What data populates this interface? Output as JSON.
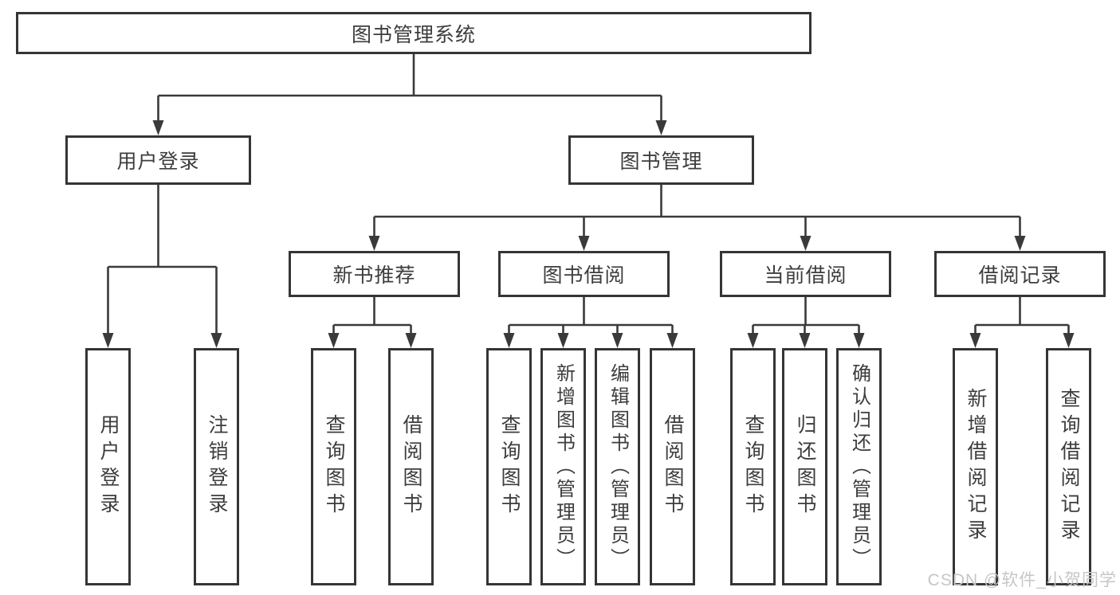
{
  "colors": {
    "background": "#ffffff",
    "line": "#3a3a3a",
    "box_border": "#353535",
    "text": "#3d3d3d",
    "watermark": "#c6c6c6"
  },
  "diagram": {
    "type": "hierarchy-tree",
    "root": {
      "label": "图书管理系统"
    },
    "level2": [
      {
        "label": "用户登录",
        "parent": "图书管理系统"
      },
      {
        "label": "图书管理",
        "parent": "图书管理系统"
      }
    ],
    "level3": [
      {
        "label": "新书推荐",
        "parent": "图书管理"
      },
      {
        "label": "图书借阅",
        "parent": "图书管理"
      },
      {
        "label": "当前借阅",
        "parent": "图书管理"
      },
      {
        "label": "借阅记录",
        "parent": "图书管理"
      }
    ],
    "leaves": [
      {
        "label": "用户登录",
        "parent": "用户登录"
      },
      {
        "label": "注销登录",
        "parent": "用户登录"
      },
      {
        "label": "查询图书",
        "parent": "新书推荐"
      },
      {
        "label": "借阅图书",
        "parent": "新书推荐"
      },
      {
        "label": "查询图书",
        "parent": "图书借阅"
      },
      {
        "label": "新增图书（管理员）",
        "parent": "图书借阅"
      },
      {
        "label": "编辑图书（管理员）",
        "parent": "图书借阅"
      },
      {
        "label": "借阅图书",
        "parent": "图书借阅"
      },
      {
        "label": "查询图书",
        "parent": "当前借阅"
      },
      {
        "label": "归还图书",
        "parent": "当前借阅"
      },
      {
        "label": "确认归还（管理员）",
        "parent": "当前借阅"
      },
      {
        "label": "新增借阅记录",
        "parent": "借阅记录"
      },
      {
        "label": "查询借阅记录",
        "parent": "借阅记录"
      }
    ]
  },
  "watermark": {
    "text": "CSDN @软件_小贺同学"
  }
}
